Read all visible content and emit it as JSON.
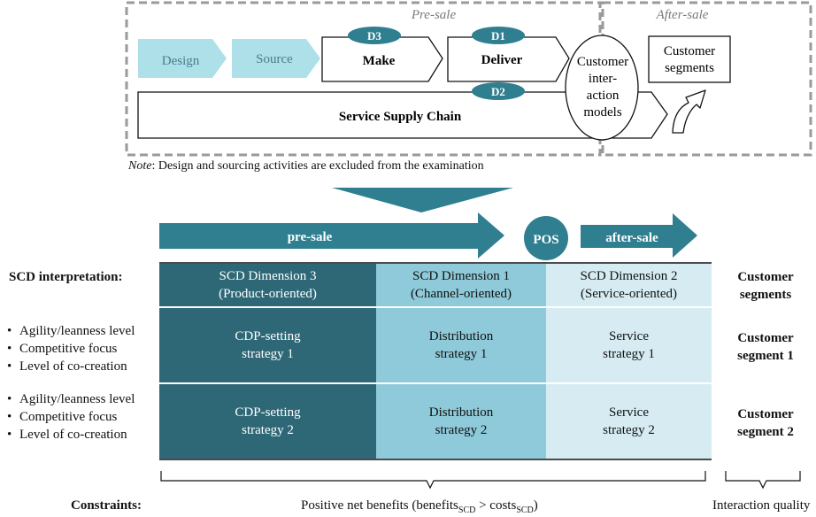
{
  "top": {
    "presale_label": "Pre-sale",
    "aftersale_label": "After-sale",
    "design": "Design",
    "source": "Source",
    "make_badge": "D3",
    "make": "Make",
    "deliver_badge": "D1",
    "deliver": "Deliver",
    "service_badge": "D2",
    "service": "Service Supply Chain",
    "cim": [
      "Customer",
      "inter-",
      "action",
      "models"
    ],
    "segments": [
      "Customer",
      "segments"
    ]
  },
  "note": {
    "prefix": "Note",
    "text": ": Design and sourcing activities are excluded from the examination"
  },
  "flow": {
    "presale": "pre-sale",
    "pos": "POS",
    "aftersale": "after-sale"
  },
  "left": {
    "header": "SCD interpretation:",
    "bullets": [
      "Agility/leanness level",
      "Competitive focus",
      "Level of co-creation"
    ]
  },
  "table": {
    "headers": [
      [
        "SCD Dimension 3",
        "(Product-oriented)"
      ],
      [
        "SCD Dimension 1",
        "(Channel-oriented)"
      ],
      [
        "SCD Dimension 2",
        "(Service-oriented)"
      ]
    ],
    "rows": [
      [
        [
          "CDP-setting",
          "strategy 1"
        ],
        [
          "Distribution",
          "strategy 1"
        ],
        [
          "Service",
          "strategy 1"
        ]
      ],
      [
        [
          "CDP-setting",
          "strategy 2"
        ],
        [
          "Distribution",
          "strategy 2"
        ],
        [
          "Service",
          "strategy 2"
        ]
      ]
    ]
  },
  "right": {
    "header": [
      "Customer",
      "segments"
    ],
    "seg1": [
      "Customer",
      "segment 1"
    ],
    "seg2": [
      "Customer",
      "segment 2"
    ]
  },
  "bottom": {
    "constraints": "Constraints:",
    "net_prefix": "Positive net benefits (benefits",
    "sub1": "SCD",
    "net_mid": " > costs",
    "sub2": "SCD",
    "net_suffix": ")",
    "quality": "Interaction quality"
  },
  "colors": {
    "teal_dark": "#2e6877",
    "teal_arrow": "#2f7f90",
    "teal_mid": "#8ecad9",
    "teal_light": "#d6ecf2",
    "design_fill": "#aee0ea",
    "dash": "#9a9a9a"
  }
}
